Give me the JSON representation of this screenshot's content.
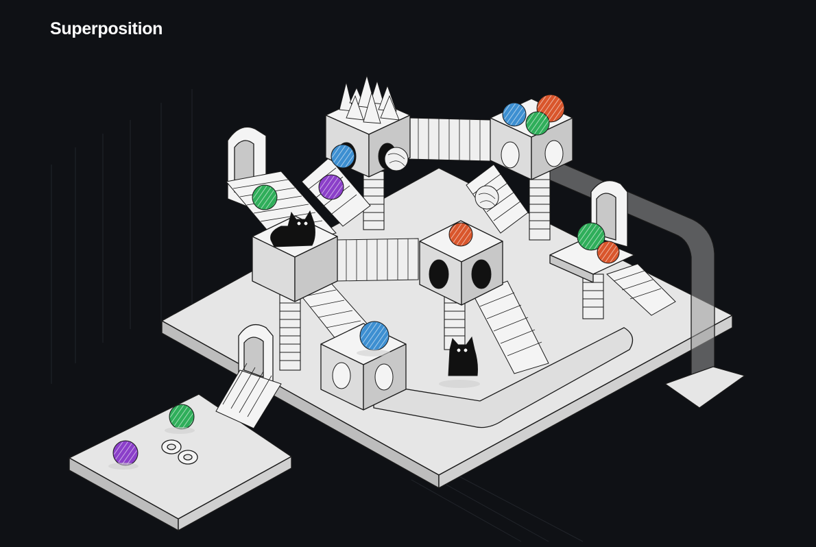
{
  "title": "Superposition",
  "colors": {
    "background": "#0f1115",
    "platform_top": "#e6e6e6",
    "platform_side": "#bdbdbd",
    "block_light": "#f4f4f4",
    "block_mid": "#dcdcdc",
    "block_dark": "#c8c8c8",
    "outline": "#1a1a1a",
    "cat": "#111111",
    "yarn_blue": "#3d8fd1",
    "yarn_green": "#2fae5a",
    "yarn_red": "#d9562c",
    "yarn_purple": "#8b3fc9",
    "yarn_white": "#f0f0f0"
  },
  "scene": {
    "cats": 2,
    "yarn_balls": 14,
    "icons": [
      "cat-icon",
      "yarn-ball-icon",
      "ring-icon",
      "tube-icon",
      "stairs-icon",
      "spikes-icon"
    ]
  }
}
